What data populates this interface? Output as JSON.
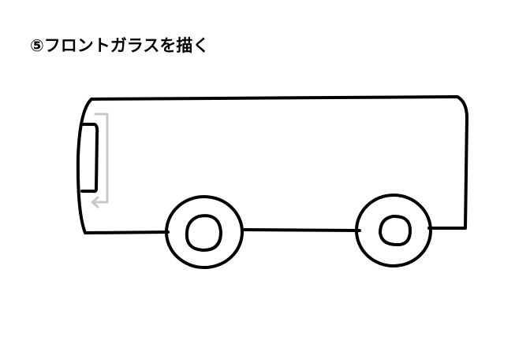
{
  "step": {
    "number": "⑤",
    "title": "⑤フロントガラスを描く"
  },
  "drawing": {
    "subject": "bus",
    "stroke_color": "#000000",
    "guide_arrow_color": "#c8c8c8",
    "parts": [
      "bus-body",
      "windshield",
      "windshield-guide-arrow",
      "front-wheel",
      "rear-wheel"
    ]
  }
}
